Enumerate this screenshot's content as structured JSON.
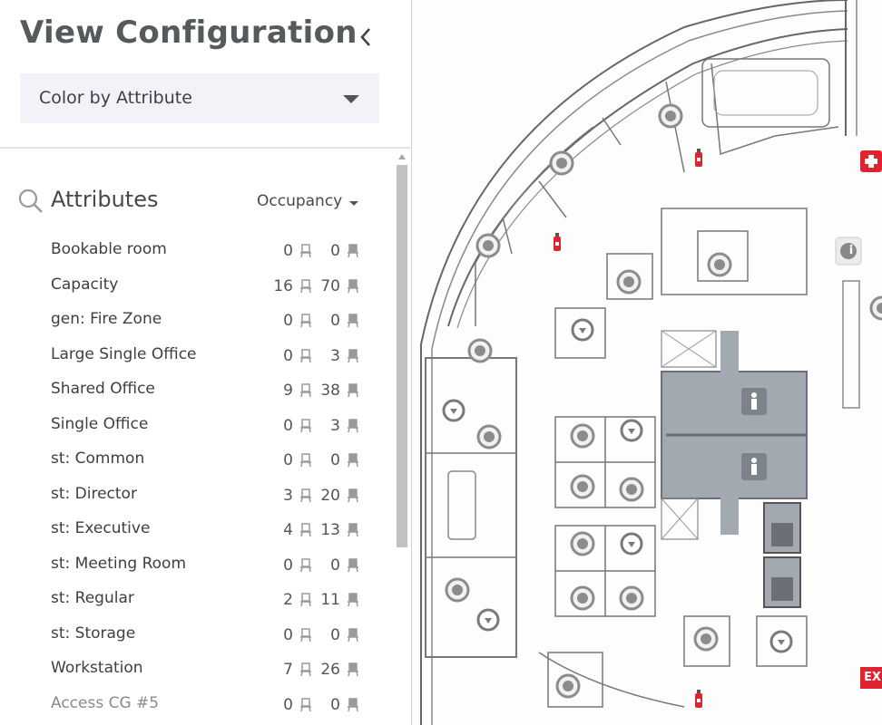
{
  "panel": {
    "title": "View Configuration",
    "color_mode": "Color by Attribute",
    "attributes_heading": "Attributes",
    "occupancy_selector": "Occupancy"
  },
  "attributes": [
    {
      "name": "Bookable room",
      "occupied": "0",
      "available": "0"
    },
    {
      "name": "Capacity",
      "occupied": "16",
      "available": "70"
    },
    {
      "name": "gen: Fire Zone",
      "occupied": "0",
      "available": "0"
    },
    {
      "name": "Large Single Office",
      "occupied": "0",
      "available": "3"
    },
    {
      "name": "Shared Office",
      "occupied": "9",
      "available": "38"
    },
    {
      "name": "Single Office",
      "occupied": "0",
      "available": "3"
    },
    {
      "name": "st: Common",
      "occupied": "0",
      "available": "0"
    },
    {
      "name": "st: Director",
      "occupied": "3",
      "available": "20"
    },
    {
      "name": "st: Executive",
      "occupied": "4",
      "available": "13"
    },
    {
      "name": "st: Meeting Room",
      "occupied": "0",
      "available": "0"
    },
    {
      "name": "st: Regular",
      "occupied": "2",
      "available": "11"
    },
    {
      "name": "st: Storage",
      "occupied": "0",
      "available": "0"
    },
    {
      "name": "Workstation",
      "occupied": "7",
      "available": "26"
    },
    {
      "name": "Access CG #5",
      "occupied": "0",
      "available": "0"
    }
  ],
  "map": {
    "exit_sign": "EX",
    "info_icon": "i",
    "colors": {
      "restroom_fill": "#a3a9b1",
      "extinguisher": "#e0242f",
      "walls": "#555555",
      "marker": "#8c8c8c"
    }
  }
}
